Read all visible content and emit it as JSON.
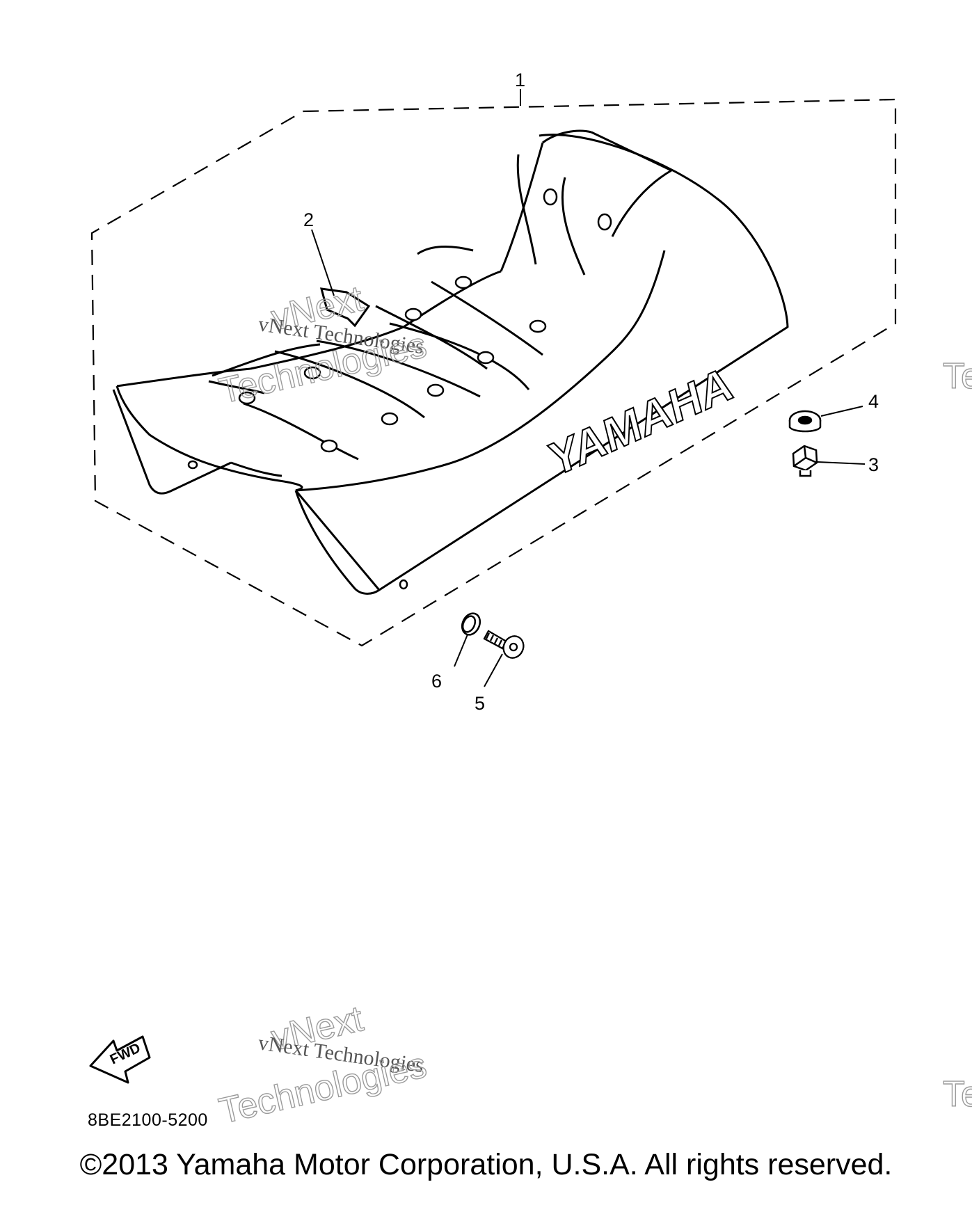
{
  "diagram": {
    "brand_text": "YAMAHA",
    "fwd_text": "FWD",
    "diagram_code": "8BE2100-5200",
    "copyright": "©2013 Yamaha Motor Corporation, U.S.A. All rights reserved.",
    "callouts": [
      "1",
      "2",
      "3",
      "4",
      "5",
      "6"
    ],
    "watermark": {
      "line1": "vNext Technologies",
      "line2": "vNext",
      "line3": "Technologies",
      "edge": "Te"
    }
  }
}
